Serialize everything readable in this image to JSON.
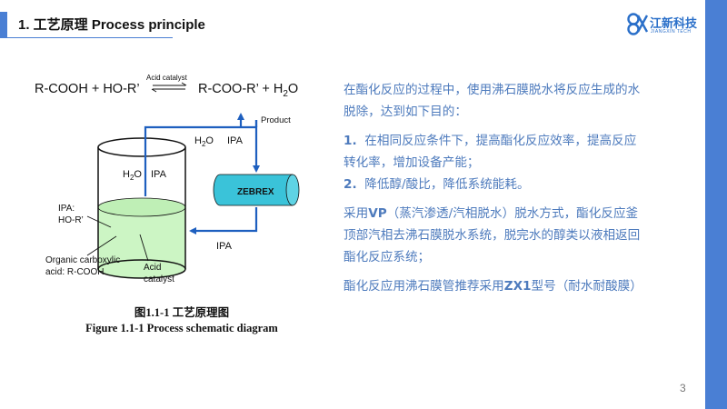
{
  "header": {
    "title": "1. 工艺原理 Process principle",
    "logo_cn": "江新科技",
    "logo_en": "JIANGXIN TECH"
  },
  "diagram": {
    "equation_left": "R-COOH + HO-R’",
    "equation_right": "R-COO-R’ + H",
    "equation_sub": "2",
    "equation_tail": "O",
    "catalyst_label": "Acid catalyst",
    "product_label": "Product",
    "vapor_label_h2o": "H",
    "vapor_label_h2o_sub": "2",
    "vapor_label_h2o_tail": "O",
    "vapor_label_ipa": "IPA",
    "tank_h2o": "H",
    "tank_h2o_sub": "2",
    "tank_h2o_tail": "O",
    "tank_ipa": "IPA",
    "membrane_label": "ZEBREX",
    "return_ipa": "IPA",
    "left_ipa_1": "IPA:",
    "left_ipa_2": "HO-R’",
    "organic_1": "Organic carboxylic",
    "organic_2": "acid: R-COOH",
    "acid_1": "Acid",
    "acid_2": "catalyst",
    "colors": {
      "liquid": "#ccf5c4",
      "membrane": "#3ac3d9",
      "arrow": "#1e5fbf"
    }
  },
  "caption": {
    "cn": "图1.1-1  工艺原理图",
    "en": "Figure 1.1-1 Process schematic diagram"
  },
  "body": {
    "intro": "在酯化反应的过程中，使用沸石膜脱水将反应生成的水脱除，达到如下目的：",
    "item1_num": "1.",
    "item1": "在相同反应条件下，提高酯化反应效率，提高反应转化率，增加设备产能；",
    "item2_num": "2.",
    "item2": "降低醇/酸比，降低系统能耗。",
    "vp_pre": "采用",
    "vp_bold": "VP",
    "vp_rest": "（蒸汽渗透/汽相脱水）脱水方式，酯化反应釜顶部汽相去沸石膜脱水系统，脱完水的醇类以液相返回酯化反应系统；",
    "zx_pre": "酯化反应用沸石膜管推荐采用",
    "zx_bold": "ZX1",
    "zx_rest": "型号（耐水耐酸膜）"
  },
  "page_number": "3"
}
